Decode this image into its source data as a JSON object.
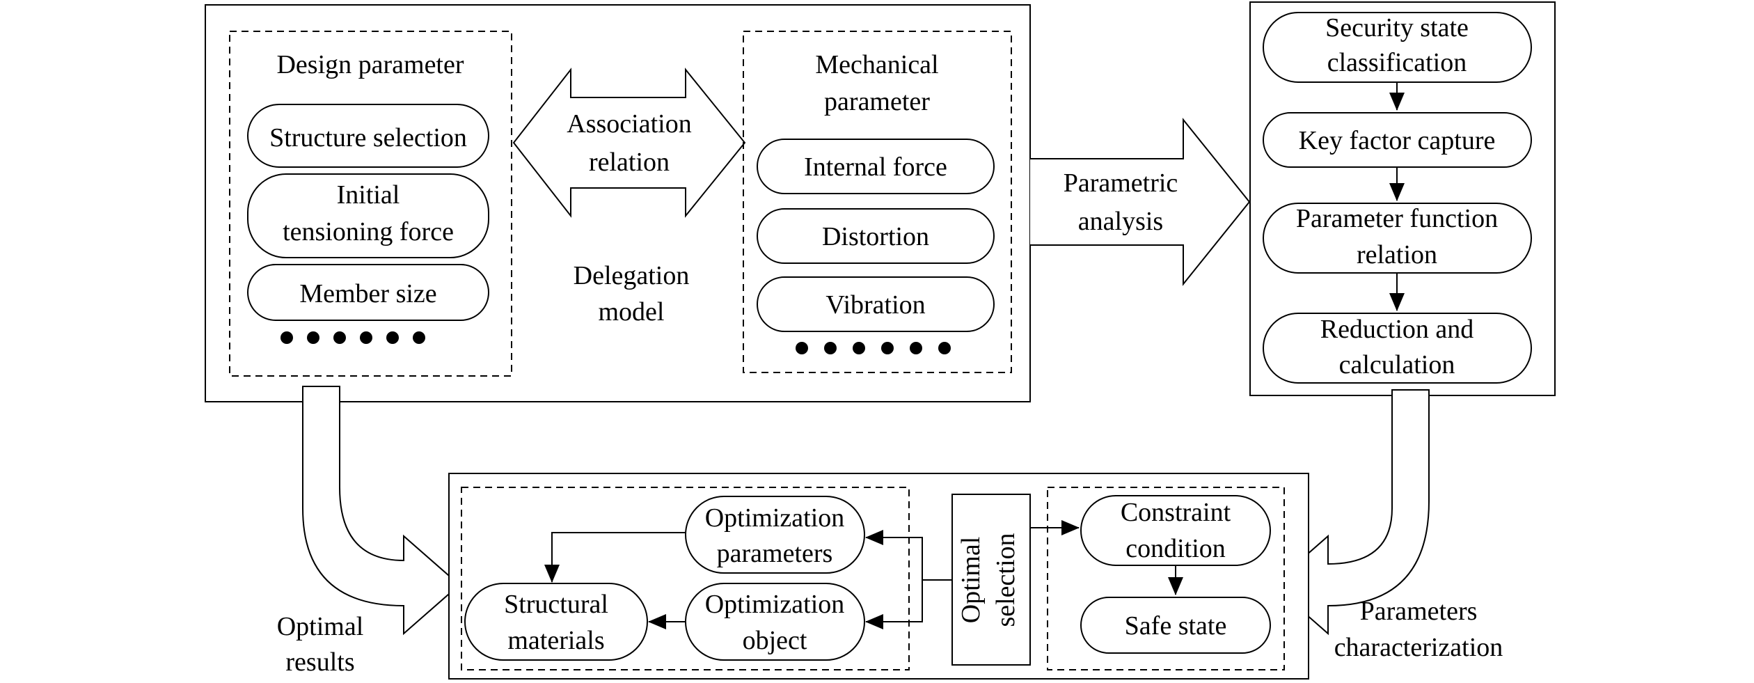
{
  "design_panel": {
    "title": "Design parameter",
    "items": [
      "Structure selection",
      [
        "Initial",
        "tensioning force"
      ],
      "Member size"
    ]
  },
  "mechanical_panel": {
    "title": [
      "Mechanical",
      "parameter"
    ],
    "items": [
      "Internal force",
      "Distortion",
      "Vibration"
    ]
  },
  "association_arrow": [
    "Association",
    "relation"
  ],
  "delegation_model": [
    "Delegation",
    "model"
  ],
  "parametric_arrow": [
    "Parametric",
    "analysis"
  ],
  "security_panel": {
    "items": [
      [
        "Security state",
        "classification"
      ],
      "Key factor capture",
      [
        "Parameter function",
        "relation"
      ],
      [
        "Reduction and",
        "calculation"
      ]
    ]
  },
  "optimization_panel": {
    "optimal_selection": [
      "Optimal",
      "selection"
    ],
    "left_items": [
      [
        "Optimization",
        "parameters"
      ],
      [
        "Optimization",
        "object"
      ],
      [
        "Structural",
        "materials"
      ]
    ],
    "right_items": [
      [
        "Constraint",
        "condition"
      ],
      "Safe state"
    ]
  },
  "labels": {
    "optimal_results": [
      "Optimal",
      "results"
    ],
    "parameters_characterization": [
      "Parameters",
      "characterization"
    ]
  }
}
